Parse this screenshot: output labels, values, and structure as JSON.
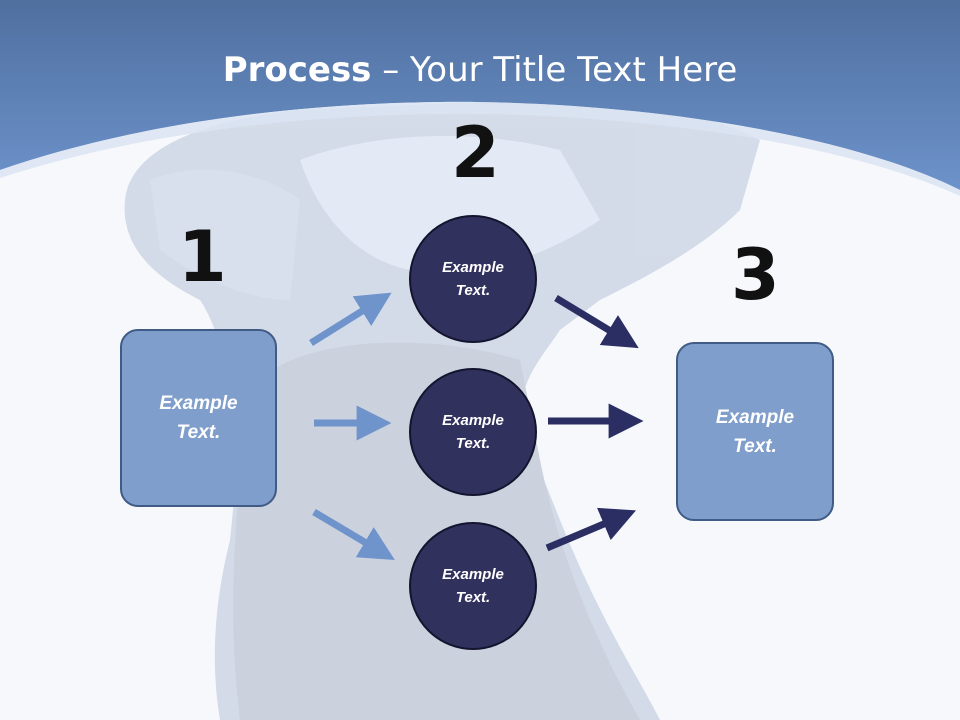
{
  "title": {
    "bold": "Process",
    "rest": " – Your Title Text Here"
  },
  "steps": [
    {
      "number": "1"
    },
    {
      "number": "2"
    },
    {
      "number": "3"
    }
  ],
  "left_box": {
    "text": "Example\nText."
  },
  "right_box": {
    "text": "Example\nText."
  },
  "circles": [
    {
      "text": "Example\nText."
    },
    {
      "text": "Example\nText."
    },
    {
      "text": "Example\nText."
    }
  ],
  "colors": {
    "header_blue": "#6a8fc6",
    "box_fill": "#7f9ecb",
    "circle_fill": "#31315e",
    "arrow_light": "#6f94cc",
    "arrow_dark": "#2b2e63"
  }
}
